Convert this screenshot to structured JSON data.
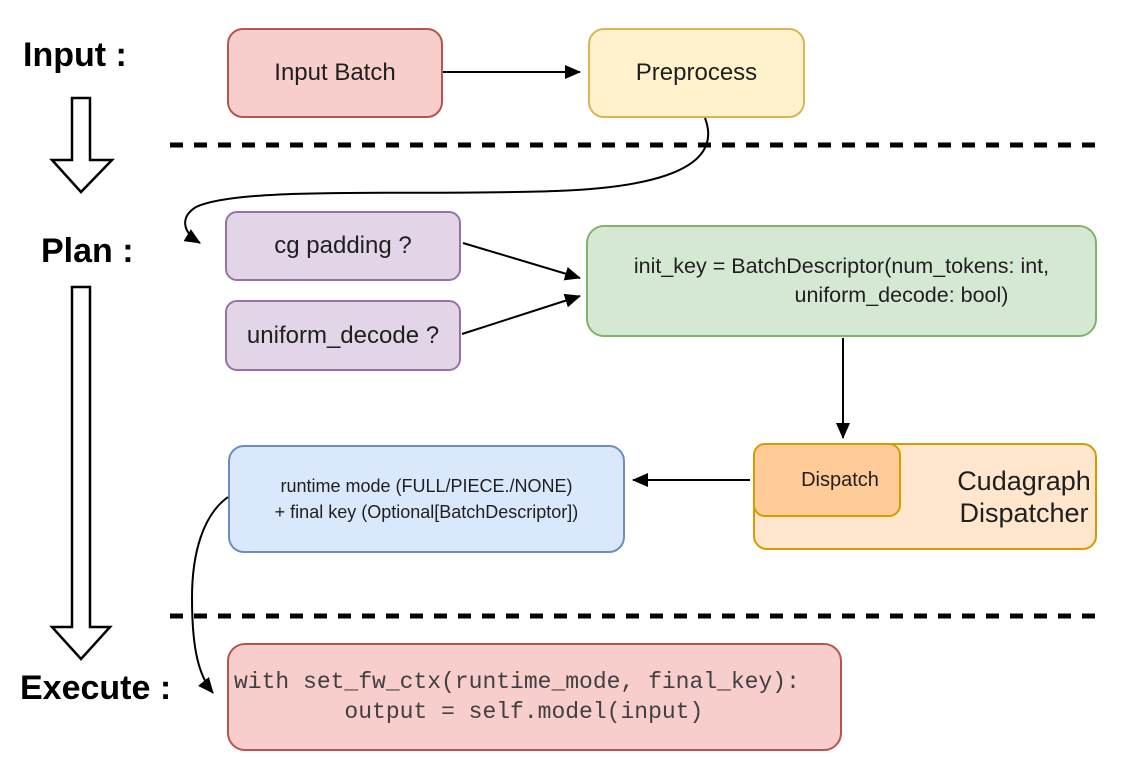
{
  "stage_labels": {
    "input": "Input :",
    "plan": "Plan :",
    "execute": "Execute :"
  },
  "nodes": {
    "input_batch": {
      "label": "Input Batch",
      "fill": "#f8cecc",
      "stroke": "#b85450"
    },
    "preprocess": {
      "label": "Preprocess",
      "fill": "#fff2cc",
      "stroke": "#d6b656"
    },
    "cg_padding": {
      "label": "cg padding ?",
      "fill": "#e1d5e7",
      "stroke": "#9673a6"
    },
    "uniform_decode": {
      "label": "uniform_decode ?",
      "fill": "#e1d5e7",
      "stroke": "#9673a6"
    },
    "init_key": {
      "line1": "init_key = BatchDescriptor(num_tokens: int,",
      "line2": "uniform_decode: bool)",
      "fill": "#d5e8d4",
      "stroke": "#82b366"
    },
    "dispatch": {
      "label": "Dispatch",
      "fill": "#ffcc99",
      "stroke": "#d79b00"
    },
    "cudagraph_dispatcher": {
      "line1": "Cudagraph",
      "line2": "Dispatcher",
      "fill": "#ffe6cc",
      "stroke": "#d79b00"
    },
    "runtime_mode": {
      "line1": "runtime mode (FULL/PIECE./NONE)",
      "line2": "+ final key (Optional[BatchDescriptor])",
      "fill": "#dae8fc",
      "stroke": "#6c8ebf"
    },
    "execute_code": {
      "line1": "with set_fw_ctx(runtime_mode, final_key):",
      "line2": "        output = self.model(input)",
      "fill": "#f8cecc",
      "stroke": "#b85450",
      "text_color": "#404040"
    }
  },
  "arrow_color": "#000000"
}
